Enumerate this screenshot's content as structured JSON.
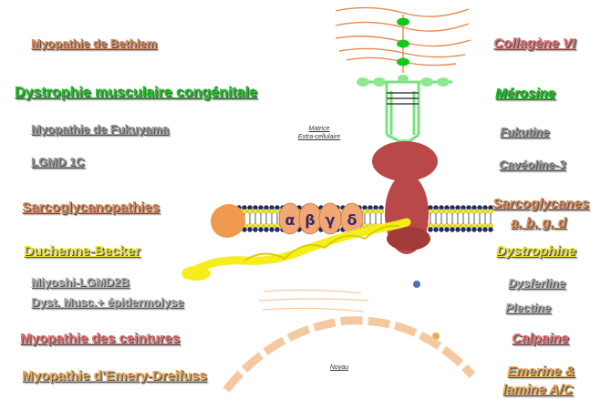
{
  "colors": {
    "orange": "#e48a55",
    "green": "#12c81a",
    "gray": "#9a9a9a",
    "gray_light": "#b4b4b4",
    "yellow": "#f2e62a",
    "salmon": "#ee7272",
    "gold": "#efab52",
    "protein_red": "#b94848",
    "membrane_yellow": "#f5ee1c",
    "membrane_navy": "#1d2a6a",
    "nucleus": "#f5c9a0"
  },
  "diseases": [
    {
      "id": "bethlem",
      "text": "Myopathie de Bethlem"
    },
    {
      "id": "dmc",
      "text": "Dystrophie musculaire congénitale"
    },
    {
      "id": "fukuyama",
      "text": "Myopathie de Fukuyama"
    },
    {
      "id": "lgmd1c",
      "text": "LGMD 1C"
    },
    {
      "id": "sarco",
      "text": "Sarcoglycanopathies"
    },
    {
      "id": "duchenne",
      "text": "Duchenne-Becker"
    },
    {
      "id": "miyoshi",
      "text": "Miyoshi-LGMD2B"
    },
    {
      "id": "dyst",
      "text": "Dyst. Musc.+ épidermolyse"
    },
    {
      "id": "ceintures",
      "text": "Myopathie des ceintures"
    },
    {
      "id": "emery",
      "text": "Myopathie d’Emery-Dreifuss"
    }
  ],
  "proteins": [
    {
      "id": "collagene",
      "text": "Collagène VI"
    },
    {
      "id": "merosine",
      "text": "Mérosine"
    },
    {
      "id": "fukutine",
      "text": "Fukutine"
    },
    {
      "id": "caveoline",
      "text": "Cavéoline-3"
    },
    {
      "id": "sarcoglycanes",
      "line1": "Sarcoglycanes",
      "line2": "a, b, g, d"
    },
    {
      "id": "dystrophine",
      "text": "Dystrophine"
    },
    {
      "id": "dysferline",
      "text": "Dysferline"
    },
    {
      "id": "plectine",
      "text": "Plectine"
    },
    {
      "id": "calpaine",
      "text": "Calpaine"
    },
    {
      "id": "emerine",
      "line1": "Emerine &",
      "line2": "lamine A/C"
    }
  ],
  "center": {
    "matrix_line1": "Matrice",
    "matrix_line2": "Extra-cellulaire",
    "noyau": "Noyau",
    "greek": [
      "α",
      "β",
      "γ",
      "δ"
    ]
  }
}
